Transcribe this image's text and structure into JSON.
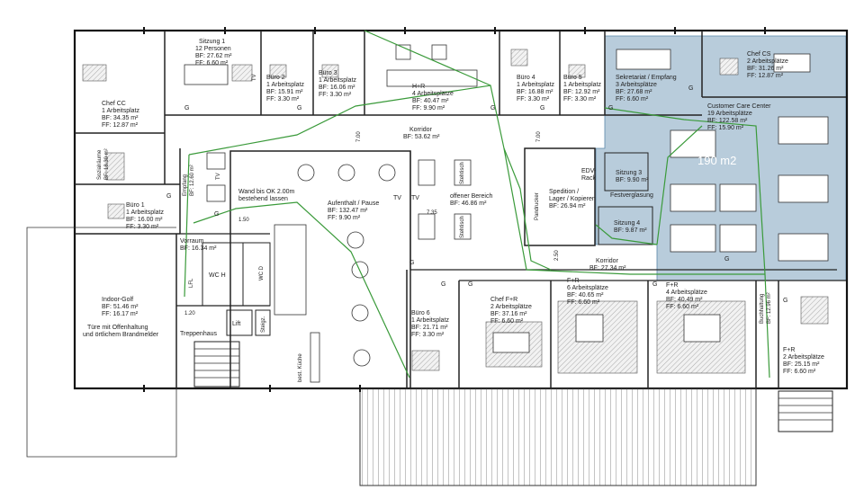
{
  "rooms": {
    "sitzung1": {
      "name": "Sitzung 1",
      "sub": "12 Personen",
      "bf": "BF: 27.62 m²",
      "ff": "FF: 6.60 m²"
    },
    "buero2": {
      "name": "Büro 2",
      "sub": "1 Arbeitsplatz",
      "bf": "BF: 15.91 m²",
      "ff": "FF: 3.30 m²"
    },
    "buero3": {
      "name": "Büro 3",
      "sub": "1 Arbeitsplatz",
      "bf": "BF: 16.06 m²",
      "ff": "FF: 3.30 m²"
    },
    "hr": {
      "name": "H+R",
      "sub": "4 Arbeitsplätze",
      "bf": "BF: 40.47 m²",
      "ff": "FF: 9.90 m²"
    },
    "buero4": {
      "name": "Büro 4",
      "sub": "1 Arbeitsplatz",
      "bf": "BF: 16.88 m²",
      "ff": "FF: 3.30 m²"
    },
    "buero5": {
      "name": "Büro 5",
      "sub": "1 Arbeitsplatz",
      "bf": "BF: 12.92 m²",
      "ff": "FF: 3.30 m²"
    },
    "sekretariat": {
      "name": "Sekretariat / Empfang",
      "sub": "3 Arbeitsplätze",
      "bf": "BF: 27.68 m²",
      "ff": "FF: 6.60 m²"
    },
    "chefcs": {
      "name": "Chef CS",
      "sub": "2 Arbeitsplätze",
      "bf": "BF: 31.26 m²",
      "ff": "FF: 12.87 m²"
    },
    "chefcc": {
      "name": "Chef CC",
      "sub": "1 Arbeitsplatz",
      "bf": "BF: 34.35 m²",
      "ff": "FF: 12.87 m²"
    },
    "customer": {
      "name": "Customer Care Center",
      "sub": "19 Arbeitsplätze",
      "bf": "BF: 122.58 m²",
      "ff": "FF: 15.90 m²"
    },
    "korridor_top": {
      "name": "Korridor",
      "bf": "BF: 53.62 m²"
    },
    "sozialraeume": {
      "name": "Sozialräume",
      "bf": "BF: 18.30 m²"
    },
    "empfang": {
      "name": "Empfang",
      "bf": "BF: 12.60 m²"
    },
    "buero1": {
      "name": "Büro 1",
      "sub": "1 Arbeitsplatz",
      "bf": "BF: 16.00 m²",
      "ff": "FF: 3.30 m²"
    },
    "vorraum": {
      "name": "Vorraum",
      "bf": "BF: 16.34 m²"
    },
    "aufenthalt": {
      "name": "Aufenthalt / Pause",
      "bf": "BF: 132.47 m²",
      "ff": "FF: 9.90 m²"
    },
    "wand_note": {
      "line1": "Wand bis OK 2.00m",
      "line2": "bestehend lassen"
    },
    "offen": {
      "name": "offener Bereich",
      "bf": "BF: 46.86 m²"
    },
    "spedition": {
      "name": "Spedition /",
      "sub": "Lager / Kopieren",
      "bf": "BF: 26.94 m²"
    },
    "edv": {
      "line1": "EDV-",
      "line2": "Rack"
    },
    "sitzung3": {
      "name": "Sitzung 3",
      "bf": "BF: 9.90 m²"
    },
    "festverglasung": {
      "name": "Festverglasung"
    },
    "sitzung4": {
      "name": "Sitzung 4",
      "bf": "BF: 9.87 m²"
    },
    "indoor_golf": {
      "name": "Indoor-Golf",
      "bf": "BF: 51.46 m²",
      "ff": "FF: 16.17 m²",
      "note1": "Türe mit Offenhaltung",
      "note2": "und örtlichem Brandmelder"
    },
    "treppenhaus": {
      "name": "Treppenhaus"
    },
    "lift": {
      "name": "Lift"
    },
    "steigz": {
      "name": "Steigz."
    },
    "wch": {
      "name": "WC H"
    },
    "wcd": {
      "name": "WC D"
    },
    "kueche": {
      "name": "best. Küche"
    },
    "buero6": {
      "name": "Büro 6",
      "sub": "1 Arbeitsplatz",
      "bf": "BF: 21.71 m²",
      "ff": "FF: 3.30 m²"
    },
    "cheffr": {
      "name": "Chef F+R",
      "sub": "2 Arbeitsplätze",
      "bf": "BF: 37.16 m²",
      "ff": "FF: 6.60 m²"
    },
    "korridor_bottom": {
      "name": "Korridor",
      "bf": "BF: 27.34 m²"
    },
    "fr6": {
      "name": "F+R",
      "sub": "6 Arbeitsplätze",
      "bf": "BF: 40.65 m²",
      "ff": "FF: 6.60 m²"
    },
    "fr4": {
      "name": "F+R",
      "sub": "4 Arbeitsplätze",
      "bf": "BF: 40.49 m²",
      "ff": "FF: 6.60 m²"
    },
    "fr2": {
      "name": "F+R",
      "sub": "2 Arbeitsplätze",
      "bf": "BF: 25.15 m²",
      "ff": "FF: 6.60 m²"
    },
    "buchhaltung": {
      "name": "Buchhaltung",
      "bf": "BF: 12.96 m²"
    }
  },
  "labels": {
    "area_callout": "190 m2",
    "tv": "TV",
    "stehtisch": "Stehtisch",
    "pandrucker": "Pandrucker",
    "lfl": "LFL",
    "g": "G",
    "dims": {
      "d1": "7.00",
      "d2": "1.50",
      "d3": "1.20",
      "d4": "7.35",
      "d5": "7.00",
      "d6": "2.50"
    }
  },
  "colors": {
    "highlight": "#7da2bd",
    "route": "#3a9a3a",
    "wall": "#111111"
  }
}
